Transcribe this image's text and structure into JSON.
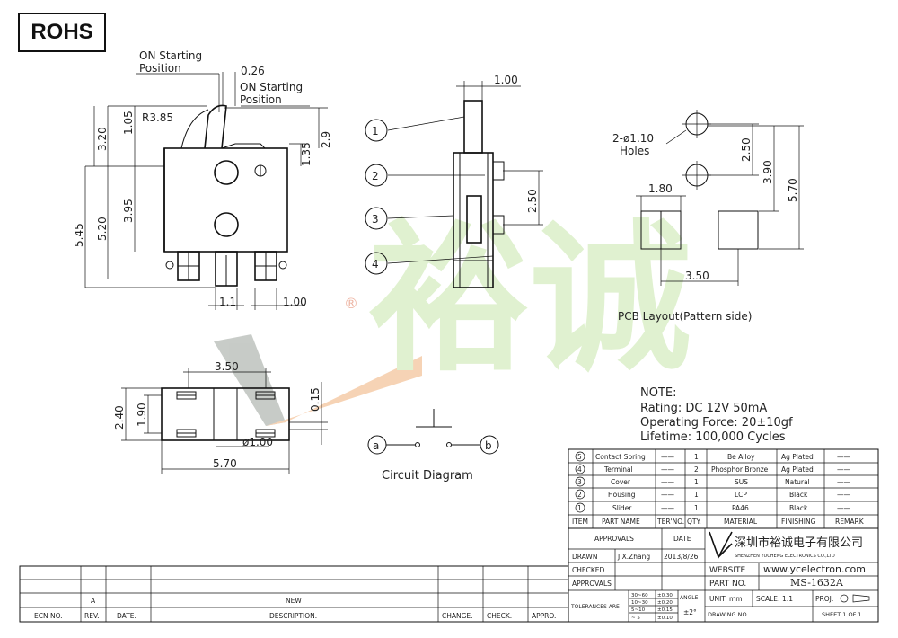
{
  "header": {
    "badge": "ROHS"
  },
  "side_view": {
    "labels": {
      "on_start_1": "ON Starting\nPosition",
      "on_start_2": "ON Starting\nPosition",
      "radius": "R3.85"
    },
    "dims": {
      "d026": "0.26",
      "d320": "3.20",
      "d105": "1.05",
      "d29": "2.9",
      "d135": "1.35",
      "d545": "5.45",
      "d520": "5.20",
      "d395": "3.95",
      "d11": "1.1",
      "d100": "1.00"
    }
  },
  "front_view": {
    "dims": {
      "d100": "1.00",
      "d250": "2.50"
    },
    "callouts": [
      "1",
      "2",
      "3",
      "4"
    ]
  },
  "pcb": {
    "holes": "2-ø1.10\nHoles",
    "dims": {
      "d180": "1.80",
      "d250": "2.50",
      "d390": "3.90",
      "d570": "5.70",
      "d350": "3.50"
    },
    "title": "PCB Layout(Pattern side)"
  },
  "bottom_view": {
    "dims": {
      "d350": "3.50",
      "d240": "2.40",
      "d190": "1.90",
      "d015": "0.15",
      "d100": "ø1.00",
      "d570": "5.70"
    }
  },
  "circuit": {
    "a": "a",
    "b": "b",
    "title": "Circuit Diagram"
  },
  "watermark": {
    "text": "裕诚",
    "reg": "®"
  },
  "notes": {
    "title": "NOTE:",
    "rating": "Rating: DC 12V  50mA",
    "force": "Operating Force: 20±10gf",
    "life": "Lifetime: 100,000 Cycles"
  },
  "bom": {
    "headers": [
      "ITEM",
      "PART NAME",
      "TER'NO.",
      "QTY.",
      "MATERIAL",
      "FINISHING",
      "REMARK"
    ],
    "rows": [
      {
        "item": "5",
        "name": "Contact Spring",
        "ter": "——",
        "qty": "1",
        "material": "Be Alloy",
        "finish": "Ag Plated",
        "remark": "——"
      },
      {
        "item": "4",
        "name": "Terminal",
        "ter": "——",
        "qty": "2",
        "material": "Phosphor Bronze",
        "finish": "Ag Plated",
        "remark": "——"
      },
      {
        "item": "3",
        "name": "Cover",
        "ter": "——",
        "qty": "1",
        "material": "SUS",
        "finish": "Natural",
        "remark": "——"
      },
      {
        "item": "2",
        "name": "Housing",
        "ter": "——",
        "qty": "1",
        "material": "LCP",
        "finish": "Black",
        "remark": "——"
      },
      {
        "item": "1",
        "name": "Slider",
        "ter": "——",
        "qty": "1",
        "material": "PA46",
        "finish": "Black",
        "remark": "——"
      }
    ]
  },
  "title_block": {
    "approvals": "APPROVALS",
    "date": "DATE",
    "drawn": "DRAWN",
    "drawn_by": "J.X.Zhang",
    "drawn_date": "2013/8/26",
    "checked": "CHECKED",
    "approvals2": "APPROVALS",
    "company_cn": "深圳市裕诚电子有限公司",
    "company_en": "SHENZHEN YUCHENG ELECTRONICS CO.,LTD",
    "website_label": "WEBSITE",
    "website": "www.ycelectron.com",
    "part_no_label": "PART NO.",
    "part_no": "MS-1632A",
    "tol_label": "TOLERANCES ARE",
    "tol_ranges": [
      "30~60",
      "10~30",
      "5~10",
      "~ 5"
    ],
    "tol_vals": [
      "±0.30",
      "±0.20",
      "±0.15",
      "±0.10"
    ],
    "angle": "ANGLE",
    "angle_val": "±2°",
    "unit": "UNIT: mm",
    "scale": "SCALE:  1:1",
    "proj": "PROJ.",
    "drawing_no": "DRAWING NO.",
    "sheet": "SHEET  1 OF 1"
  },
  "revision": {
    "rev": "A",
    "desc": "NEW",
    "headers": [
      "ECN NO.",
      "REV.",
      "DATE.",
      "DESCRIPTION.",
      "CHANGE.",
      "CHECK.",
      "APPRO."
    ]
  }
}
